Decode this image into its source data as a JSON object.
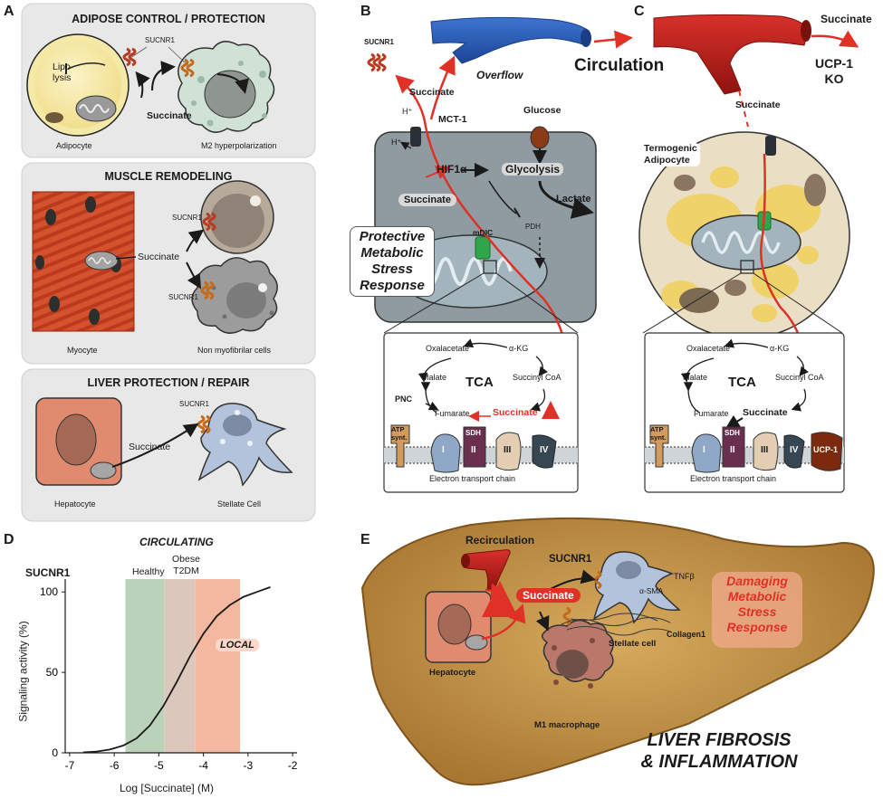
{
  "panel_a": {
    "label": "A",
    "adipose": {
      "title": "ADIPOSE CONTROL / PROTECTION",
      "sucnr1": "SUCNR1",
      "lipolysis": "Lipo-\nlysis",
      "succinate": "Succinate",
      "adipocyte": "Adipocyte",
      "m2": "M2 hyperpolarization"
    },
    "muscle": {
      "title": "MUSCLE REMODELING",
      "sucnr1_a": "SUCNR1",
      "sucnr1_b": "SUCNR1",
      "succinate": "Succinate",
      "myocyte": "Myocyte",
      "non_myo": "Non myofibrilar cells"
    },
    "liver": {
      "title": "LIVER PROTECTION / REPAIR",
      "sucnr1": "SUCNR1",
      "succinate": "Succinate",
      "hepatocyte": "Hepatocyte",
      "stellate": "Stellate Cell"
    }
  },
  "panel_b": {
    "label": "B",
    "sucnr1": "SUCNR1",
    "overflow": "Overflow",
    "succinate_out": "Succinate",
    "hplus_a": "H⁺",
    "hplus_b": "H⁺",
    "mct1": "MCT-1",
    "glucose": "Glucose",
    "hif1a": "HIF1α",
    "glycolysis": "Glycolysis",
    "succinate_in": "Succinate",
    "lactate": "Lactate",
    "pdh": "PDH",
    "mdic": "mDIC",
    "protective": "Protective\nMetabolic\nStress\nResponse",
    "tca": {
      "oxalacetate": "Oxalacetate",
      "akg": "α-KG",
      "malate": "Malate",
      "tca": "TCA",
      "succinyl": "Succinyl CoA",
      "pnc": "PNC",
      "fumarate": "Fumarate",
      "succinate": "Succinate"
    },
    "etc": {
      "atp": "ATP\nsynt.",
      "i": "I",
      "sdh": "SDH",
      "ii": "II",
      "iii": "III",
      "iv": "IV",
      "label": "Electron transport chain"
    }
  },
  "circulation": "Circulation",
  "panel_c": {
    "label": "C",
    "succinate_top": "Succinate",
    "ucp_ko": "UCP-1\nKO",
    "succinate_in": "Succinate",
    "termogenic": "Termogenic\nAdipocyte",
    "tca": {
      "oxalacetate": "Oxalacetate",
      "akg": "α-KG",
      "malate": "Malate",
      "tca": "TCA",
      "succinyl": "Succinyl CoA",
      "fumarate": "Fumarate",
      "succinate": "Succinate"
    },
    "etc": {
      "atp": "ATP\nsynt.",
      "i": "I",
      "sdh": "SDH",
      "ii": "II",
      "iii": "III",
      "iv": "IV",
      "ucp": "UCP-1",
      "label": "Electron transport chain"
    }
  },
  "panel_d": {
    "label": "D",
    "sucnr1": "SUCNR1",
    "circulating": "CIRCULATING",
    "healthy": "Healthy",
    "obese_t2dm": "Obese\nT2DM",
    "local": "LOCAL",
    "chart_data": {
      "type": "line",
      "xlabel": "Log [Succinate] (M)",
      "ylabel": "Signaling activity (%)",
      "x_ticks": [
        -7,
        -6,
        -5,
        -4,
        -3,
        -2
      ],
      "y_ticks": [
        0,
        50,
        100
      ],
      "xlim": [
        -7.1,
        -1.9
      ],
      "ylim": [
        0,
        108
      ],
      "series": [
        {
          "x": [
            -6.7,
            -6.4,
            -6.1,
            -5.8,
            -5.5,
            -5.2,
            -4.9,
            -4.6,
            -4.3,
            -4.0,
            -3.7,
            -3.4,
            -3.1,
            -2.8,
            -2.5
          ],
          "values": [
            0.3,
            0.8,
            2,
            4.5,
            9,
            17,
            29,
            44,
            60,
            74,
            85,
            92,
            97,
            100,
            103
          ]
        }
      ],
      "bands": [
        {
          "name": "Healthy",
          "x": [
            -5.75,
            -4.88
          ],
          "color": "#b9d2b9"
        },
        {
          "name": "Obese T2DM",
          "x": [
            -4.88,
            -4.18
          ],
          "color": "#dcc7bc"
        },
        {
          "name": "LOCAL",
          "x": [
            -4.18,
            -3.18
          ],
          "color": "#f4b79f"
        }
      ]
    }
  },
  "panel_e": {
    "label": "E",
    "recirculation": "Recirculation",
    "sucnr1": "SUCNR1",
    "tnfb": "TNFβ",
    "asma": "α-SMA",
    "succinate": "Succinate",
    "collagen": "Collagen1",
    "stellate": "Stellate cell",
    "hepatocyte": "Hepatocyte",
    "m1": "M1 macrophage",
    "damaging": "Damaging\nMetabolic\nStress\nResponse",
    "fibrosis": "LIVER FIBROSIS\n& INFLAMMATION"
  },
  "colors": {
    "red": "#e03127",
    "vessel_red": "#c01d17",
    "vessel_blue": "#2f5fb7",
    "liver": "#bb8c3e",
    "panel_bg": "#e9e8e8"
  }
}
